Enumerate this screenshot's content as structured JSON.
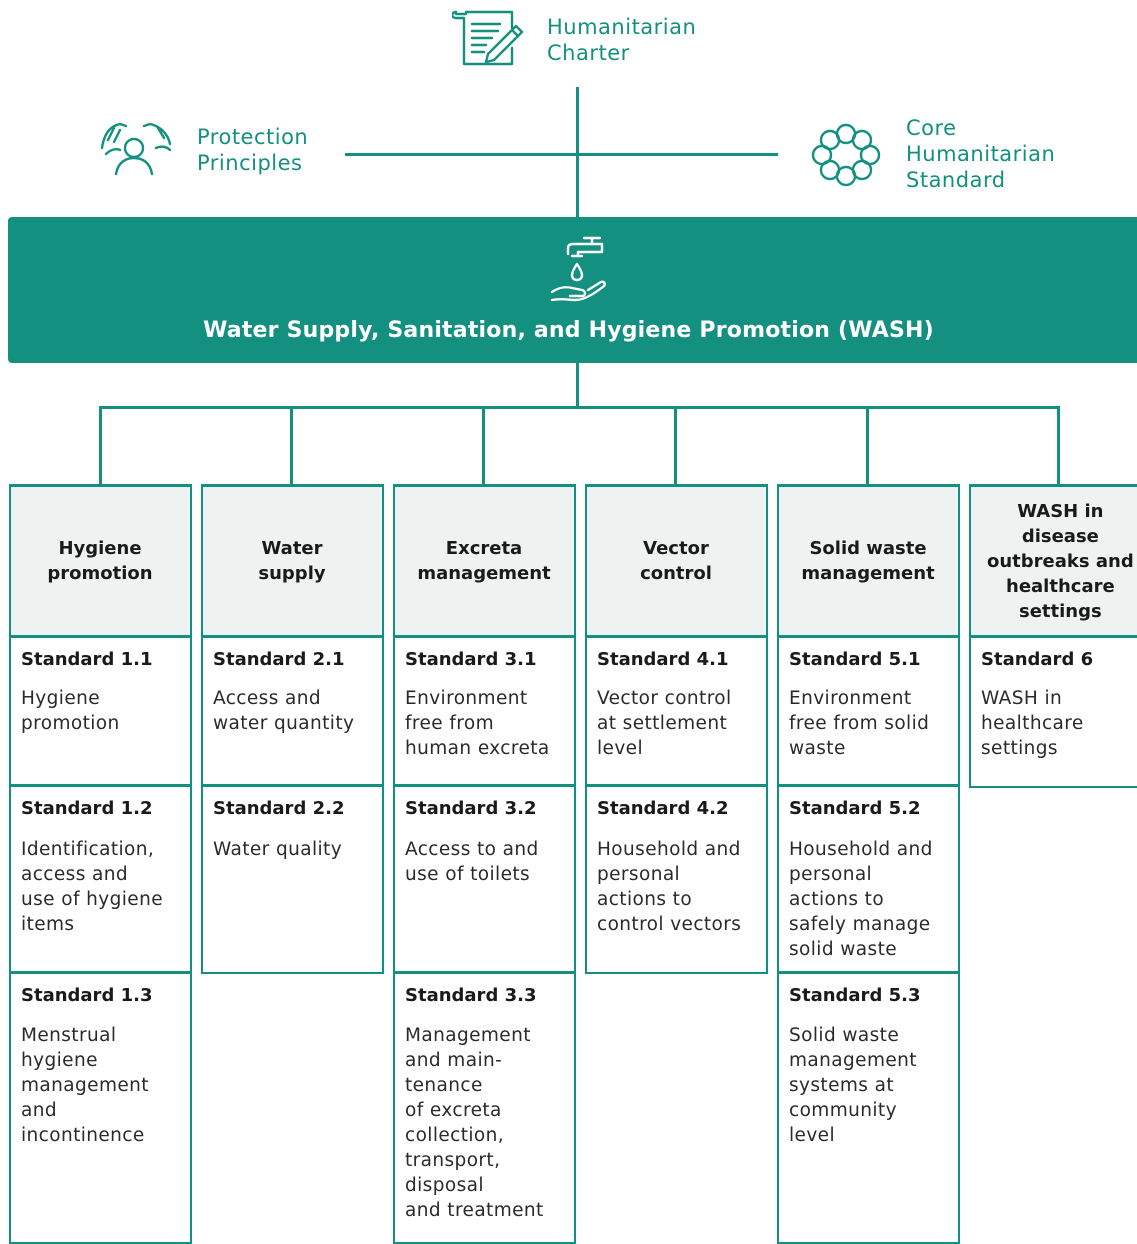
{
  "top": {
    "humanitarian_charter": "Humanitarian\nCharter",
    "protection_principles": "Protection\nPrinciples",
    "core_standard": "Core\nHumanitarian\nStandard"
  },
  "banner": {
    "title": "Water Supply, Sanitation, and Hygiene Promotion (WASH)"
  },
  "columns": [
    {
      "header": "Hygiene\npromotion"
    },
    {
      "header": "Water\nsupply"
    },
    {
      "header": "Excreta\nmanagement"
    },
    {
      "header": "Vector\ncontrol"
    },
    {
      "header": "Solid waste\nmanagement"
    },
    {
      "header": "WASH in\ndisease\noutbreaks and\nhealthcare\nsettings"
    }
  ],
  "standards": {
    "s1_1": {
      "title": "Standard 1.1",
      "body": "Hygiene\npromotion"
    },
    "s1_2": {
      "title": "Standard 1.2",
      "body": "Identification,\naccess and\nuse of hygiene\nitems"
    },
    "s1_3": {
      "title": "Standard 1.3",
      "body": "Menstrual\nhygiene\nmanagement\nand\nincontinence"
    },
    "s2_1": {
      "title": "Standard 2.1",
      "body": "Access and\nwater quantity"
    },
    "s2_2": {
      "title": "Standard 2.2",
      "body": "Water quality"
    },
    "s3_1": {
      "title": "Standard 3.1",
      "body": "Environment\nfree from\nhuman excreta"
    },
    "s3_2": {
      "title": "Standard 3.2",
      "body": "Access to and\nuse of toilets"
    },
    "s3_3": {
      "title": "Standard 3.3",
      "body": "Management\nand main-\ntenance\nof excreta\ncollection,\ntransport,\ndisposal\nand treatment"
    },
    "s4_1": {
      "title": "Standard 4.1",
      "body": "Vector control\nat settlement\nlevel"
    },
    "s4_2": {
      "title": "Standard 4.2",
      "body": "Household and\npersonal\nactions to\ncontrol vectors"
    },
    "s5_1": {
      "title": "Standard 5.1",
      "body": "Environment\nfree from solid\nwaste"
    },
    "s5_2": {
      "title": "Standard 5.2",
      "body": "Household and\npersonal\nactions to\nsafely manage\nsolid waste"
    },
    "s5_3": {
      "title": "Standard 5.3",
      "body": "Solid waste\nmanagement\nsystems at\ncommunity\nlevel"
    },
    "s6": {
      "title": "Standard 6",
      "body": "WASH in\nhealthcare\nsettings"
    }
  },
  "colors": {
    "teal": "#13907f",
    "header_bg": "#eef3f1"
  },
  "icons": [
    "charter-document-icon",
    "protection-hands-icon",
    "core-standard-rings-icon",
    "tap-water-hand-icon"
  ]
}
